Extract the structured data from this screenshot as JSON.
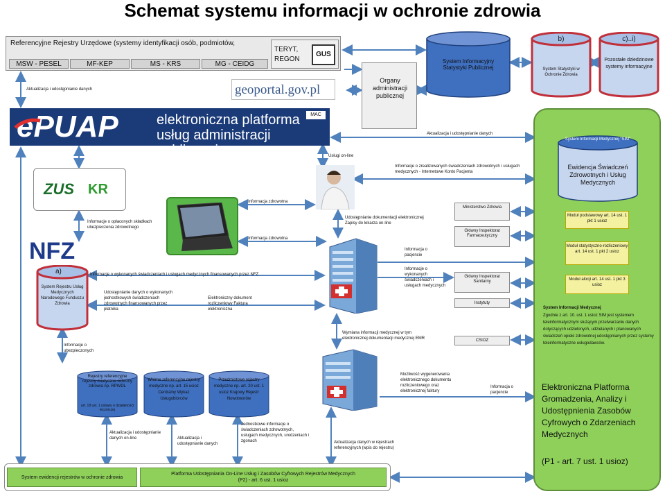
{
  "title": "Schemat systemu informacji w ochronie zdrowia",
  "registry": {
    "header": "Referencyjne Rejestry Urzędowe   (systemy identyfikacji osób, podmiotów,",
    "tabs": [
      "MSW - PESEL",
      "MF-KEP",
      "MS - KRS",
      "MG - CEIDG"
    ],
    "teryt": "TERYT,",
    "regon": "REGON",
    "gus": "GUS"
  },
  "geoportal": "geoportal.gov.pl",
  "organy": "Organy administracji publicznej",
  "sis": "System Informacyjny Statystyki Publicznej",
  "cyl_b": {
    "letter": "b)",
    "text": "System Statystyki  w Ochronie Zdrowia"
  },
  "cyl_c": {
    "letter": "c)..i)",
    "text": "Pozostałe dziedzinowe systemy informacyjne"
  },
  "epuap": {
    "logo": "ePUAP",
    "line1": "elektroniczna platforma",
    "line2": "usług administracji publicznej",
    "mac": "MAC"
  },
  "labels": {
    "aktualizacja_top": "Aktualizacja i udostępnianie danych",
    "aktualizacja_right": "Aktualizacja i udostępnianie danych",
    "uslugi_online": "Usługi on-line",
    "ikp": "Informacje o zrealizowanych świadczeniach zdrowotnych i usługach medycznych - Internetowe Konto Pacjenta",
    "info_zdrowotna1": "Informacja zdrowotna",
    "info_zdrowotna2": "Informacja zdrowotna",
    "udostepnianie_dok": "Udostępnianie dokumentacji elektronicznej Zapisy do lekarza on-line",
    "skladki": "Informacje o opłaconych składkach ubezpieczenia zdrowotnego",
    "info_pacjencie1": "Informacja o pacjencie",
    "info_swiadczeniach": "Informacje o wykonanych świadczeniach i usługach medycznych",
    "wykonane_nfz": "Informacje o wykonanych świadczeniach i usługach medycznych finansowanych przez NFZ",
    "udost_platnika": "Udostępnianie danych o wykonanych jednostkowych świadczeniach zdrowotnych finansowanych przez płatnika",
    "dok_rozliczeniowy": "Elektroniczny dokument rozliczeniowy Faktura elektroniczna",
    "wymiana_emr": "Wymiana informacji medycznej  w tym elektronicznej dokumentacji medycznej EMR",
    "ubezpieczonych": "Informacje o ubezpieczonych",
    "mozliwosc": "Możliwość wygenerowania elektronicznego dokumentu rozliczeniowego oraz elektronicznej faktury",
    "info_pacjencie2": "Informacja o pacjencie",
    "aktual_online": "Aktualizacja i udostępnianie danych on-line",
    "aktual_dane": "Aktualizacja i udostępnianie danych",
    "jednostkowe": "Jednostkowe informacje o świadczeniach zdrowotnych, usługach medycznych, urodzeniach i zgonach",
    "aktual_ref": "Aktualizacja danych w rejestrach referencyjnych (wpis do rejestru)"
  },
  "nfz": "NFZ",
  "cyl_a": {
    "letter": "a)",
    "text": "System Rejestru Usług Medycznych Narodowego Funduszu Zdrowia"
  },
  "ref_cyls": [
    {
      "text": "Rejestry referencyjne rejestry medyczne ochrony zdrowia  np. RPWDL",
      "note": "art. 18 ust. 1 ustawy o działalności leczniczej"
    },
    {
      "text": "Wtórne referencyjne rejestry medyczne np. art. 15 usioz Centralny Wykaz Usługobiorców",
      "note": ""
    },
    {
      "text": "Przedmiotowe rejestry medyczne np. art. 20 ust. 1 usioz Krajowy Rejestr Nowotworów",
      "note": ""
    }
  ],
  "right_boxes": [
    "Ministerstwo Zdrowia",
    "Główny Inspektorat Farmaceutyczny",
    "Główny Inspektorat Sanitarny",
    "Instytuty",
    "CSIOZ"
  ],
  "sim": {
    "cyl_header": "System Informacji Medycznej \"SIM\"",
    "cyl_text": "Ewidencja Świadczeń Zdrowotnych i Usług Medycznych",
    "moduly": [
      "Moduł  podstawowy art. 14  ust. 1 pkt 1 usioz",
      "Moduł  statystyczno-rozliczeniowy art. 14 ust. 1 pkt 2 usioz",
      "Moduł  alocji art. 14 ust. 1 pkt 3 usioz"
    ],
    "desc_title": "System Informacji Medycznej",
    "desc": "Zgodnie z art. 10. ust. 1 usioz SIM jest systemem teleinformatycznym służącym przetwarzaniu danych dotyczących udzielonych, udzielanych i planowanych świadczeń opieki zdrowotnej udostępnianych przez systemy teleinformatyczne usługodawców.",
    "platform": "Elektroniczna Platforma Gromadzenia, Analizy i Udostępnienia Zasobów Cyfrowych o Zdarzeniach Medycznych",
    "p1": "(P1 - art. 7 ust. 1 usioz)"
  },
  "bottom": {
    "left": "System ewidencji rejestrów w ochronie zdrowia",
    "right1": "Platforma Udostępniania On-Line Usług i Zasobów Cyfrowych Rejestrów Medycznych",
    "right2": "(P2)  -  art. 6 ust. 1 usioz"
  },
  "colors": {
    "arrow": "#4f81bd",
    "cyl_blue": "#3f6fbf",
    "green": "#8ed05a",
    "nfz": "#1e3a8a"
  }
}
